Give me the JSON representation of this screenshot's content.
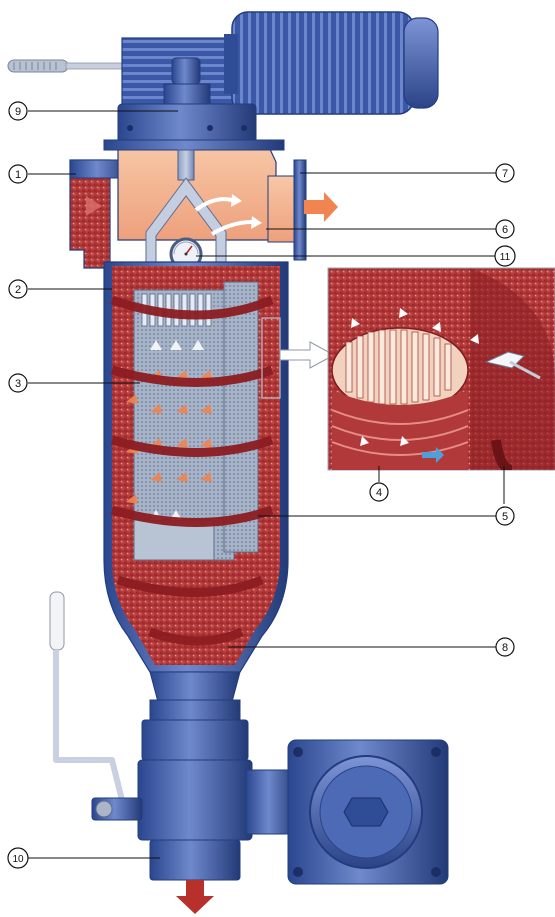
{
  "callouts": [
    {
      "id": "c1",
      "label": "1"
    },
    {
      "id": "c2",
      "label": "2"
    },
    {
      "id": "c3",
      "label": "3"
    },
    {
      "id": "c4",
      "label": "4"
    },
    {
      "id": "c5",
      "label": "5"
    },
    {
      "id": "c6",
      "label": "6"
    },
    {
      "id": "c7",
      "label": "7"
    },
    {
      "id": "c8",
      "label": "8"
    },
    {
      "id": "c9",
      "label": "9"
    },
    {
      "id": "c10",
      "label": "10"
    },
    {
      "id": "c11",
      "label": "11"
    }
  ],
  "colors": {
    "machine_blue": "#3c5aa8",
    "machine_blue_dark": "#223c7e",
    "machine_blue_light": "#7f97d4",
    "fluid_red": "#a3262a",
    "fluid_red_light": "#c8504c",
    "clean_chamber": "#f3b48f",
    "arrow_orange": "#f08552",
    "screen_gray": "#a9b6c9",
    "spiral_red": "#8c1d22"
  }
}
